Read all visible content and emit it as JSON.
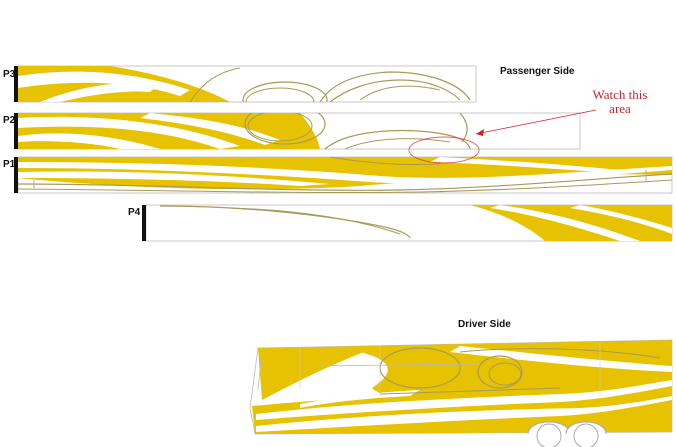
{
  "titles": {
    "passenger": "Passenger Side",
    "driver": "Driver Side"
  },
  "panels": {
    "p1": "P1",
    "p2": "P2",
    "p3": "P3",
    "p4": "P4"
  },
  "callout": {
    "line1": "Watch this",
    "line2": "area"
  },
  "colors": {
    "graphic": "#e6c200",
    "outline": "#a89a5a",
    "callout": "#d4202a"
  }
}
